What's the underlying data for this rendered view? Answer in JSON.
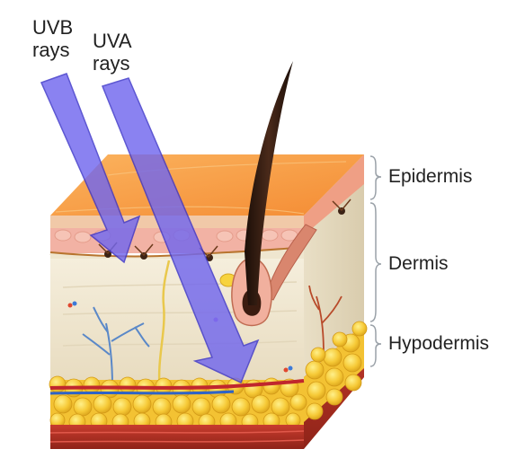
{
  "rays": {
    "uvb": {
      "line1": "UVB",
      "line2": "rays"
    },
    "uva": {
      "line1": "UVA",
      "line2": "rays"
    }
  },
  "layers": {
    "epidermis": "Epidermis",
    "dermis": "Dermis",
    "hypodermis": "Hypodermis"
  },
  "colors": {
    "epidermis_top": "#f7a04a",
    "epidermis_band": "#f3b9a6",
    "dermis": "#efe6cf",
    "hypodermis_fat": "#f6c936",
    "muscle": "#c63a2c",
    "ray_fill": "#7167ee",
    "ray_stroke": "#3a33c9",
    "hair": "#2a1710"
  }
}
